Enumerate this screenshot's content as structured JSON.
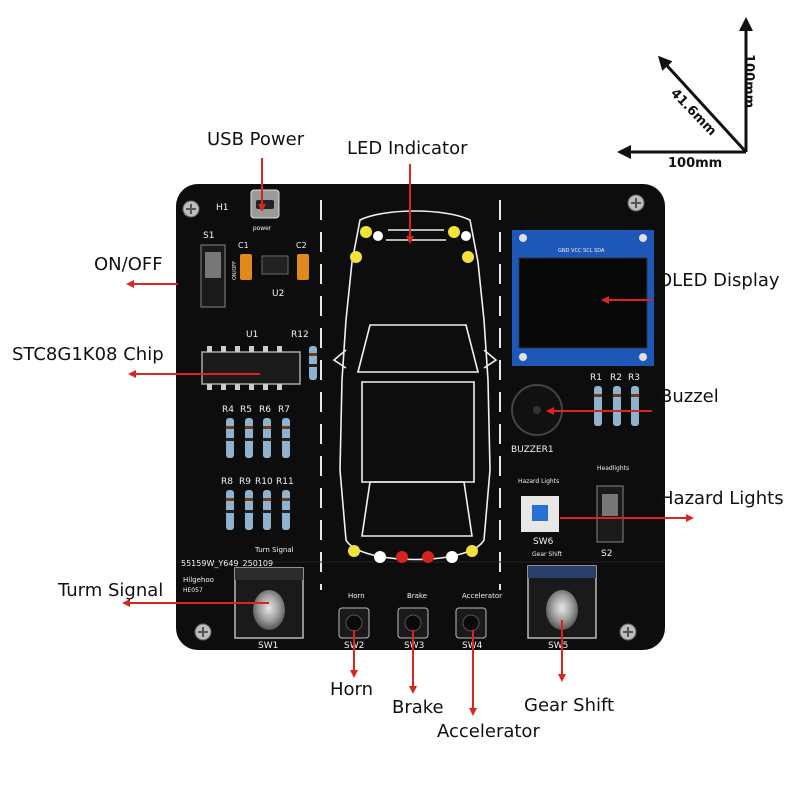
{
  "callouts": {
    "usb_power": "USB Power",
    "led_indicator": "LED Indicator",
    "on_off": "ON/OFF",
    "oled_display": "OLED Display",
    "stc_chip": "STC8G1K08 Chip",
    "buzzel": "Buzzel",
    "hazard_lights": "Hazard Lights",
    "turn_signal": "Turm Signal",
    "horn": "Horn",
    "brake": "Brake",
    "accelerator": "Accelerator",
    "gear_shift": "Gear Shift"
  },
  "dimensions": {
    "depth": "41.6mm",
    "height": "100mm",
    "width": "100mm"
  },
  "silkscreen": {
    "h1": "H1",
    "power": "power",
    "s1": "S1",
    "c1": "C1",
    "c2": "C2",
    "on_off_small": "ON/OFF",
    "u2": "U2",
    "u1": "U1",
    "r12": "R12",
    "r4": "R4",
    "r5": "R5",
    "r6": "R6",
    "r7": "R7",
    "r8": "R8",
    "r9": "R9",
    "r10": "R10",
    "r11": "R11",
    "turn_signal_small": "Turn Signal",
    "serial": "55159W_Y649_250109",
    "brand": "Hilgehoo",
    "model": "HE057",
    "sw1": "SW1",
    "horn_small": "Horn",
    "brake_small": "Brake",
    "accelerator_small": "Accelerator",
    "sw2": "SW2",
    "sw3": "SW3",
    "sw4": "SW4",
    "oled_pins": "GND VCC SCL SDA",
    "r1": "R1",
    "r2": "R2",
    "r3": "R3",
    "buzzer1": "BUZZER1",
    "hazard_lights_small": "Hazard Lights",
    "headlights_small": "Headlights",
    "sw6": "SW6",
    "s2": "S2",
    "gear_shift_small": "Gear Shift",
    "sw5": "SW5"
  },
  "colors": {
    "board": "#0d0d0d",
    "arrow": "#d9261c",
    "led_red": "#d8221c",
    "led_yellow": "#f2e23a",
    "oled_blue": "#1d57b8"
  }
}
